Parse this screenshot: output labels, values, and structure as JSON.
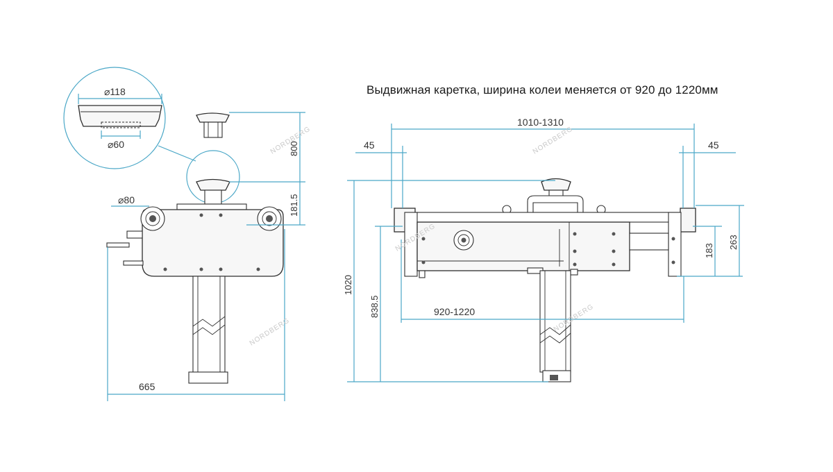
{
  "caption": "Выдвижная каретка, ширина колеи меняется от 920 до 1220мм",
  "watermark": "NORDBERG",
  "colors": {
    "dimension_line": "#4aa7c7",
    "outline": "#2d2d2d",
    "watermark": "#c9c9c9"
  },
  "left_view": {
    "detail": {
      "top_diameter": "⌀118",
      "bottom_diameter": "⌀60"
    },
    "dims": {
      "roller_diameter": "⌀80",
      "height_800": "800",
      "height_181_5": "181.5",
      "width_665": "665"
    }
  },
  "right_view": {
    "dims": {
      "overall_width": "1010-1310",
      "left_offset": "45",
      "right_offset": "45",
      "overall_height": "1020",
      "lower_height": "838.5",
      "track_width": "920-1220",
      "right_height_183": "183",
      "right_height_263": "263"
    }
  }
}
